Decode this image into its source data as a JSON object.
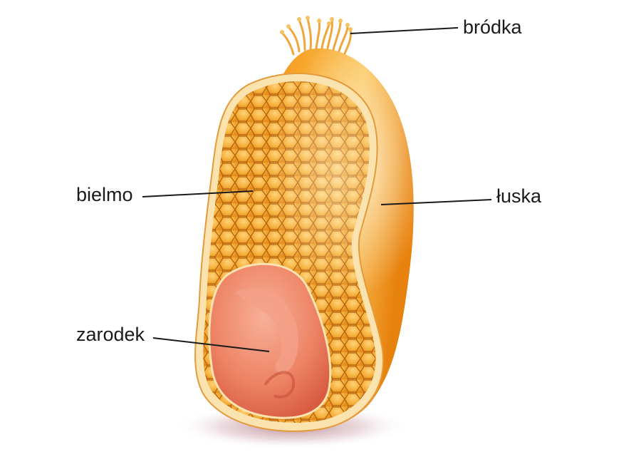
{
  "diagram": {
    "labels": {
      "brodka": "bródka",
      "bielmo": "bielmo",
      "luska": "łuska",
      "zarodek": "zarodek"
    },
    "colors": {
      "husk": "#f29a1a",
      "husk_dark": "#d86e08",
      "endosperm": "#f6b740",
      "cell_lines": "#b5620e",
      "embryo": "#ee8668",
      "embryo_dark": "#c8503a",
      "leader_line": "#1a1a1a"
    }
  }
}
